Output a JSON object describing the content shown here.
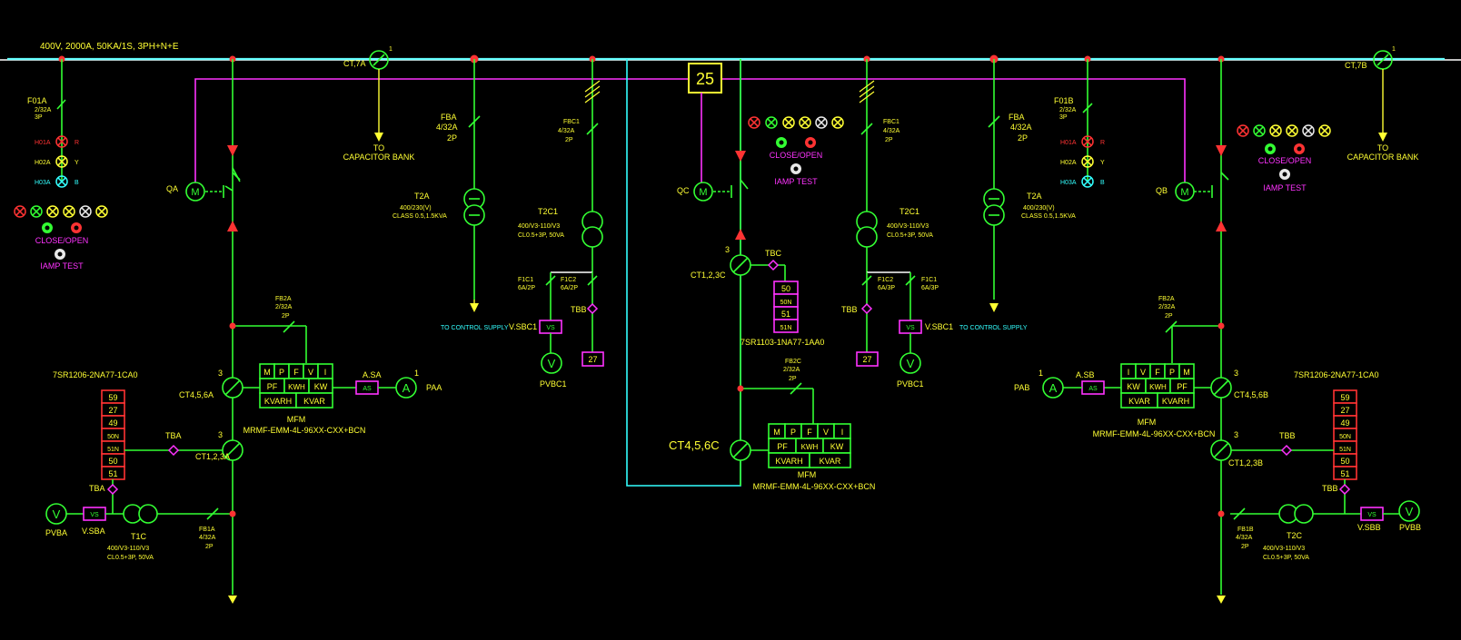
{
  "busbar": {
    "label": "400V, 2000A, 50KA/1S, 3PH+N+E"
  },
  "colors": {
    "bus": "#66ffff",
    "power": "#33ff33",
    "control": "#ff33ff",
    "text": "#ffff33",
    "alarm": "#ff3333"
  },
  "sync": {
    "label": "25"
  },
  "left": {
    "fuse": {
      "name": "F01A",
      "rating": "2/32A",
      "poles": "3P"
    },
    "indicators": [
      {
        "name": "H01A",
        "phase": "R"
      },
      {
        "name": "H02A",
        "phase": "Y"
      },
      {
        "name": "H03A",
        "phase": "B"
      }
    ],
    "close_open": "CLOSE/OPEN",
    "lamp_test": "IAMP TEST",
    "breaker": "QA",
    "ct_cap": "CT,7A",
    "cap_to": "TO",
    "cap_bank": "CAPACITOR BANK",
    "fba": {
      "name": "FBA",
      "rating": "4/32A",
      "poles": "2P"
    },
    "t2a": {
      "name": "T2A",
      "spec1": "400/230(V)",
      "spec2": "CLASS 0.5,1.5KVA"
    },
    "ctl_supply": "TO CONTROL SUPPLY",
    "fb2a": {
      "name": "FB2A",
      "rating": "2/32A",
      "poles": "2P"
    },
    "relay": {
      "model": "7SR1206-2NA77-1CA0",
      "functions": [
        "59",
        "27",
        "49",
        "50N",
        "51N",
        "50",
        "51"
      ]
    },
    "ct456": {
      "name": "CT4,5,6A",
      "count": "3"
    },
    "ct123": {
      "name": "CT1,2,3A",
      "count": "3"
    },
    "mfm": {
      "name": "MFM",
      "model": "MRMF-EMM-4L-96XX-CXX+BCN",
      "top": [
        "M",
        "P",
        "F",
        "V",
        "I"
      ],
      "mid": [
        "PF",
        "KWH",
        "KW"
      ],
      "bot": [
        "KVARH",
        "KVAR"
      ]
    },
    "asw": {
      "name": "A.SA",
      "box": "AS",
      "count": "1"
    },
    "ammeter": {
      "name": "PAA",
      "symbol": "A"
    },
    "tb": "TBA",
    "tb2": "TBA",
    "voltmeter": {
      "name": "PVBA",
      "symbol": "V"
    },
    "vsw": {
      "name": "V.SBA",
      "box": "VS"
    },
    "t1c": {
      "name": "T1C",
      "spec1": "400/V3-110/V3",
      "spec2": "CL0.5+3P, 50VA"
    },
    "fb1a": {
      "name": "FB1A",
      "rating": "4/32A",
      "poles": "2P"
    }
  },
  "mid_left": {
    "fbc1": {
      "name": "FBC1",
      "rating": "4/32A",
      "poles": "2P"
    },
    "t2c1": {
      "name": "T2C1",
      "spec1": "400/V3-110/V3",
      "spec2": "CL0.5+3P, 50VA"
    },
    "f1c1": {
      "name": "F1C1",
      "rating": "6A/2P"
    },
    "f1c2": {
      "name": "F1C2",
      "rating": "6A/2P"
    },
    "vsw": {
      "name": "V.SBC1",
      "box": "VS"
    },
    "tbb": "TBB",
    "uv": "27",
    "voltmeter": {
      "name": "PVBC1",
      "symbol": "V"
    }
  },
  "coupler": {
    "breaker": "QC",
    "lamp_test": "IAMP TEST",
    "close_open": "CLOSE/OPEN",
    "ct123": {
      "name": "CT1,2,3C",
      "count": "3"
    },
    "tbc": "TBC",
    "relay": {
      "model": "7SR1103-1NA77-1AA0",
      "functions": [
        "50",
        "50N",
        "51",
        "51N"
      ]
    },
    "fb2c": {
      "name": "FB2C",
      "rating": "2/32A",
      "poles": "2P"
    },
    "ct456": {
      "name": "CT4,5,6C"
    },
    "mfm": {
      "name": "MFM",
      "model": "MRMF-EMM-4L-96XX-CXX+BCN",
      "top": [
        "M",
        "P",
        "F",
        "V",
        "I"
      ],
      "mid": [
        "PF",
        "KWH",
        "KW"
      ],
      "bot": [
        "KVARH",
        "KVAR"
      ]
    }
  },
  "mid_right": {
    "fbc1": {
      "name": "FBC1",
      "rating": "4/32A",
      "poles": "2P"
    },
    "t2c1": {
      "name": "T2C1",
      "spec1": "400/V3-110/V3",
      "spec2": "CL0.5+3P, 50VA"
    },
    "f1c2": {
      "name": "F1C2",
      "rating": "6A/3P"
    },
    "f1c1": {
      "name": "F1C1",
      "rating": "6A/3P"
    },
    "tbb": "TBB",
    "vsw": {
      "name": "V.SBC1",
      "box": "VS"
    },
    "uv": "27",
    "voltmeter": {
      "name": "PVBC1",
      "symbol": "V"
    }
  },
  "right": {
    "fba": {
      "name": "FBA",
      "rating": "4/32A",
      "poles": "2P"
    },
    "t2a": {
      "name": "T2A",
      "spec1": "400/230(V)",
      "spec2": "CLASS 0.5,1.5KVA"
    },
    "ctl_supply": "TO CONTROL SUPPLY",
    "fuse": {
      "name": "F01B",
      "rating": "2/32A",
      "poles": "3P"
    },
    "indicators": [
      {
        "name": "H01A",
        "phase": "R"
      },
      {
        "name": "H02A",
        "phase": "Y"
      },
      {
        "name": "H03A",
        "phase": "B"
      }
    ],
    "close_open": "CLOSE/OPEN",
    "lamp_test": "IAMP TEST",
    "breaker": "QB",
    "ct_cap": "CT,7B",
    "cap_to": "TO",
    "cap_bank": "CAPACITOR BANK",
    "fb2a": {
      "name": "FB2A",
      "rating": "2/32A",
      "poles": "2P"
    },
    "relay": {
      "model": "7SR1206-2NA77-1CA0",
      "functions": [
        "59",
        "27",
        "49",
        "50N",
        "51N",
        "50",
        "51"
      ]
    },
    "ct456": {
      "name": "CT4,5,6B",
      "count": "3"
    },
    "ct123": {
      "name": "CT1,2,3B",
      "count": "3"
    },
    "mfm": {
      "name": "MFM",
      "model": "MRMF-EMM-4L-96XX-CXX+BCN",
      "top": [
        "I",
        "V",
        "F",
        "P",
        "M"
      ],
      "mid": [
        "KW",
        "KWH",
        "PF"
      ],
      "bot": [
        "KVAR",
        "KVARH"
      ]
    },
    "asw": {
      "name": "A.SB",
      "box": "AS",
      "count": "1"
    },
    "ammeter": {
      "name": "PAB",
      "symbol": "A"
    },
    "tb": "TBB",
    "tb2": "TBB",
    "voltmeter": {
      "name": "PVBB",
      "symbol": "V"
    },
    "vsw": {
      "name": "V.SBB",
      "box": "VS"
    },
    "t2c": {
      "name": "T2C",
      "spec1": "400/V3-110/V3",
      "spec2": "CL0.5+3P, 50VA"
    },
    "fb1b": {
      "name": "FB1B",
      "rating": "4/32A",
      "poles": "2P"
    }
  }
}
